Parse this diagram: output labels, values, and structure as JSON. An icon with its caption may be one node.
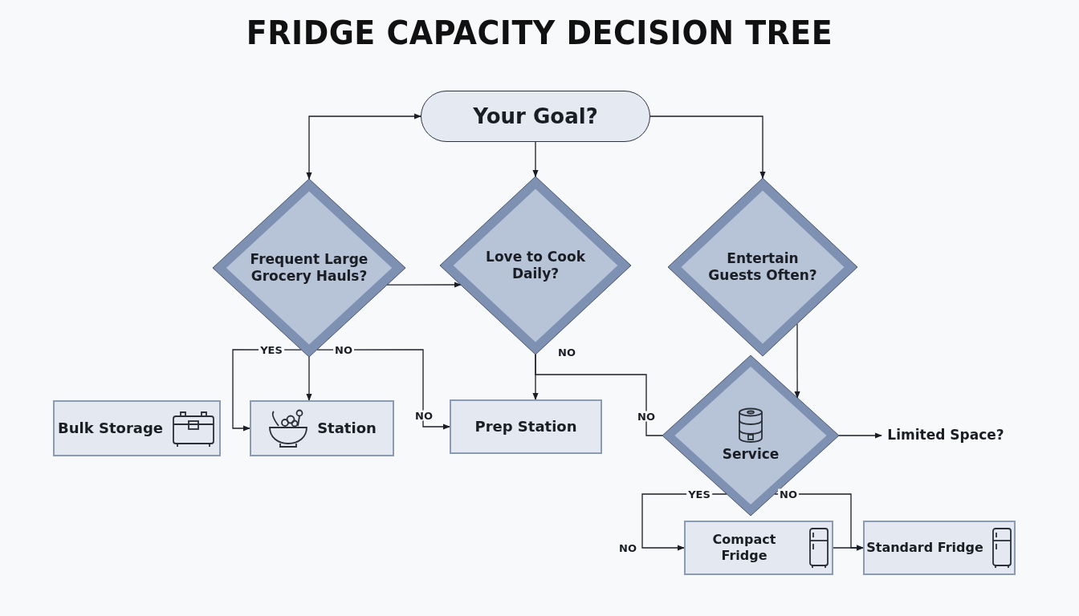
{
  "diagram": {
    "title": "FRIDGE CAPACITY DECISION TREE",
    "nodes": [
      {
        "text": [
          "Your Goal?"
        ]
      },
      {
        "text": [
          "Frequent Large Grocery Hauls?"
        ]
      },
      {
        "text": [
          "Love to Cook Daily?"
        ]
      },
      {
        "text": [
          "Entertain Guests Often?"
        ]
      },
      {
        "text": [
          "Bulk Storage"
        ]
      },
      {
        "text": [
          "Station"
        ]
      },
      {
        "text": [
          "Prep Station"
        ]
      },
      {
        "text": [
          "Service"
        ]
      },
      {
        "text": [
          "Limited Space?"
        ]
      },
      {
        "text": [
          "Compact Fridge"
        ]
      },
      {
        "text": [
          "Standard Fridge"
        ]
      }
    ],
    "edges": [
      {
        "from": 0,
        "to": 1,
        "arrow": "both"
      },
      {
        "from": 0,
        "to": 2,
        "arrow": "to"
      },
      {
        "from": 0,
        "to": 3,
        "arrow": "to"
      },
      {
        "from": 1,
        "to": 5,
        "arrow": "to"
      },
      {
        "from": 1,
        "to": 5,
        "arrow": "to",
        "label": "YES"
      },
      {
        "from": 1,
        "to": 2,
        "arrow": "to"
      },
      {
        "from": 1,
        "to": 6,
        "arrow": "to",
        "label": "NO"
      },
      {
        "from": 2,
        "to": 6,
        "arrow": "to",
        "label": "NO"
      },
      {
        "from": 2,
        "to": 7,
        "arrow": "none",
        "label": "NO"
      },
      {
        "from": 3,
        "to": 7,
        "arrow": "to"
      },
      {
        "from": 7,
        "to": 8,
        "arrow": "to"
      },
      {
        "from": 7,
        "to": 9,
        "arrow": "to",
        "label": "YES"
      },
      {
        "from": 7,
        "to": 10,
        "arrow": "to",
        "label": "NO"
      },
      {
        "from": 9,
        "to": 10,
        "arrow": "to"
      }
    ],
    "labels": [
      "NO",
      "NO"
    ]
  }
}
